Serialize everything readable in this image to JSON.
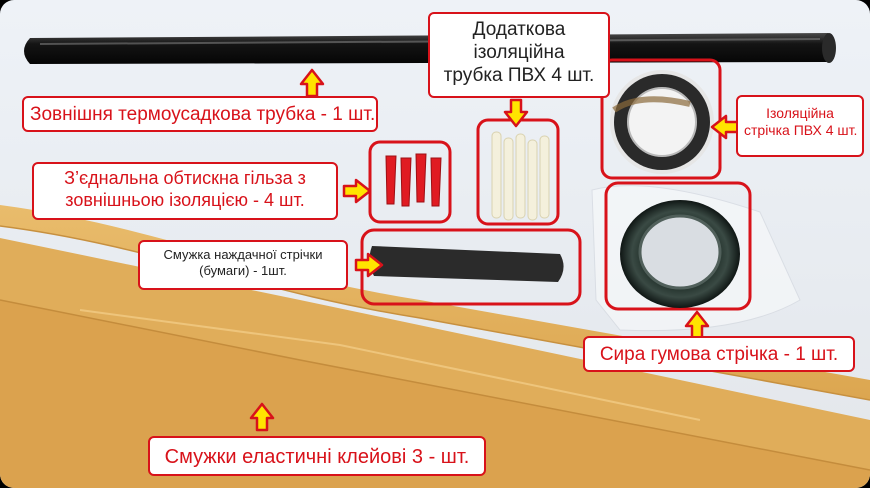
{
  "labels": {
    "outer_tube": "Зовнішня термоусадкова трубка - 1 шт.",
    "extra_tube": [
      "Додаткова",
      "ізоляційна",
      "трубка ПВХ 4 шт."
    ],
    "pvc_tape": [
      "Ізоляційна",
      "стрічка ПВХ 4 шт."
    ],
    "sleeve": [
      "З’єднальна обтискна гільза з",
      "зовнішньою ізоляцією - 4 шт."
    ],
    "sand_strip": [
      "Смужка наждачної стрічки",
      "(бумаги) - 1шт."
    ],
    "rubber_tape": "Сира гумова стрічка - 1 шт.",
    "adhesive_strips": "Смужки еластичні клейові 3 - шт."
  },
  "colors": {
    "label_border": "#d8121a",
    "label_text": "#d8121a",
    "arrow_fill": "#ffe400",
    "arrow_outline": "#d8121a",
    "strip": "#e8b45e",
    "tube": "#1a1a1a"
  }
}
